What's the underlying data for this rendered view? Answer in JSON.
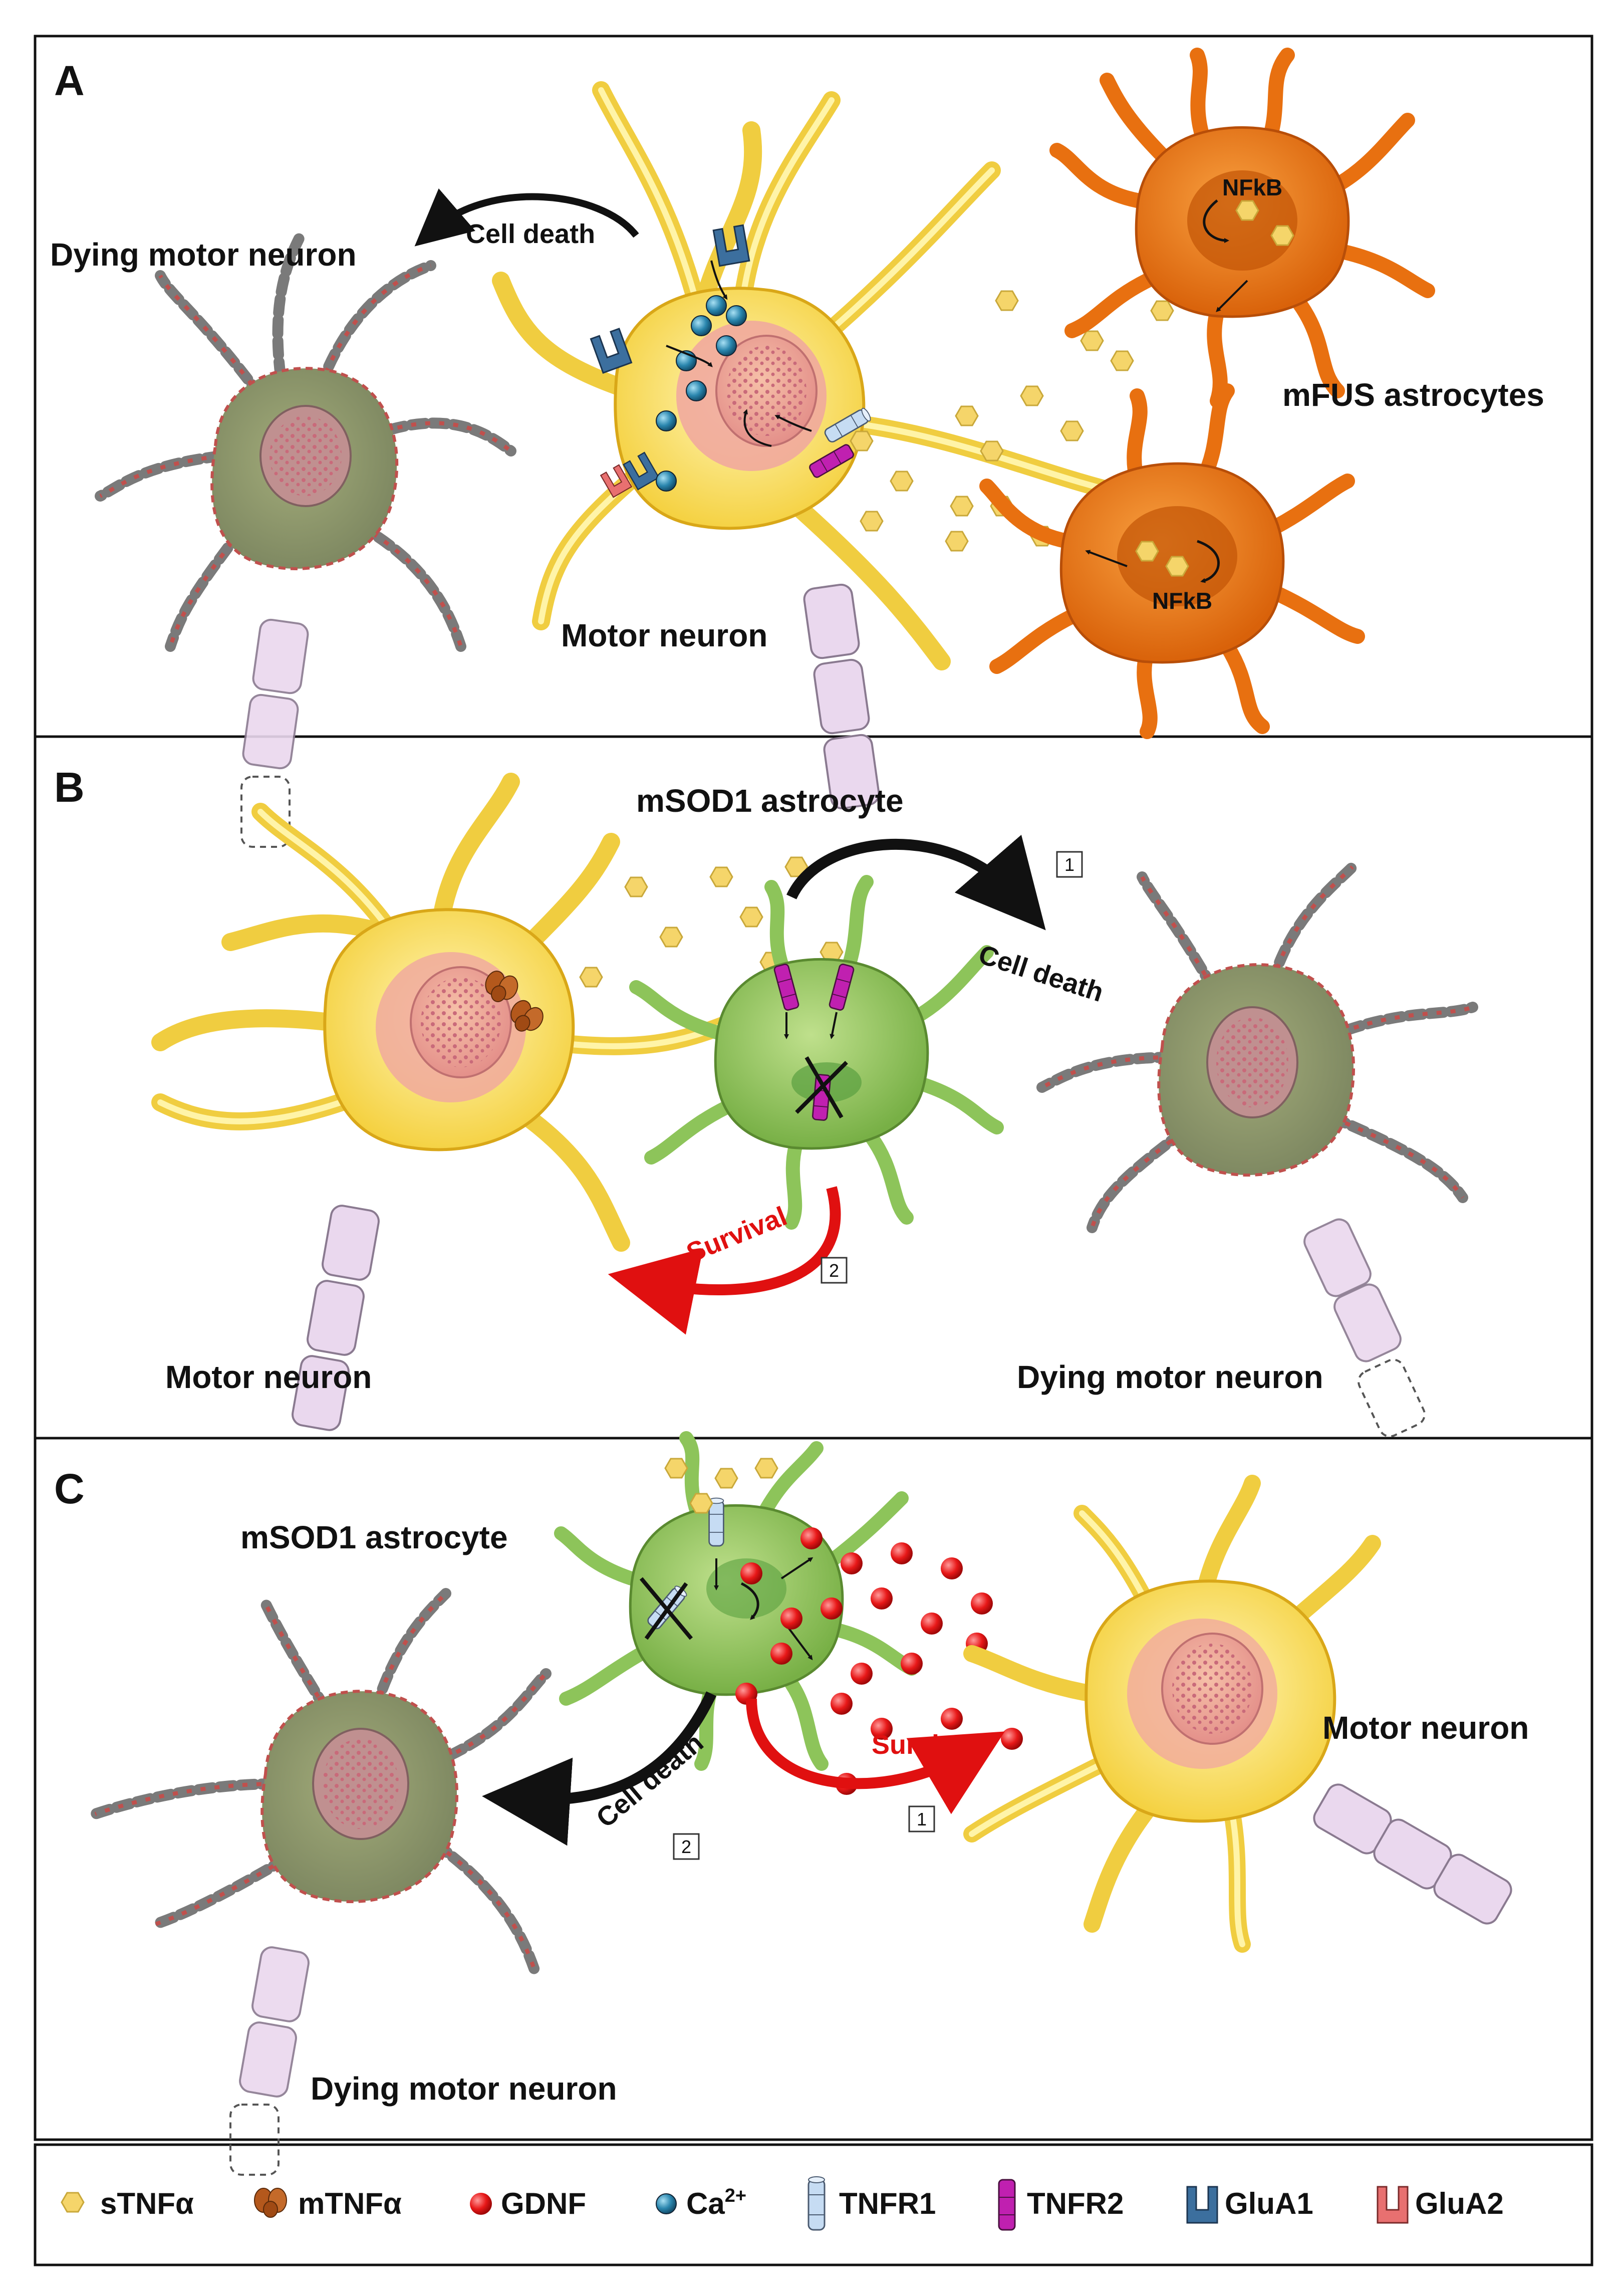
{
  "panels": {
    "a": {
      "letter": "A",
      "dying_label": "Dying motor neuron",
      "cell_death": "Cell death",
      "neuron_label": "Motor neuron",
      "astro_label": "mFUS astrocytes",
      "nfkb": "NFkB"
    },
    "b": {
      "letter": "B",
      "astro_label": "mSOD1 astrocyte",
      "cell_death": "Cell death",
      "survival": "Survival",
      "neuron_label": "Motor neuron",
      "dying_label": "Dying motor neuron",
      "step_1": "1",
      "step_2": "2"
    },
    "c": {
      "letter": "C",
      "astro_label": "mSOD1 astrocyte",
      "cell_death": "Cell death",
      "survival": "Survival",
      "neuron_label": "Motor neuron",
      "dying_label": "Dying motor neuron",
      "step_1": "1",
      "step_2": "2"
    }
  },
  "legend": [
    {
      "label": "sTNFα",
      "icon": "hexagon-icon"
    },
    {
      "label": "mTNFα",
      "icon": "mtnf-icon"
    },
    {
      "label": "GDNF",
      "icon": "red-sphere-icon"
    },
    {
      "label": "Ca",
      "sup": "2+",
      "icon": "blue-sphere-icon"
    },
    {
      "label": "TNFR1",
      "icon": "tnfr1-icon"
    },
    {
      "label": "TNFR2",
      "icon": "tnfr2-icon"
    },
    {
      "label": "GluA1",
      "icon": "glua1-icon"
    },
    {
      "label": "GluA2",
      "icon": "glua2-icon"
    }
  ],
  "colors": {
    "neuron": "#f7dc5a",
    "neuron_outline": "#e0b020",
    "nucleus": "#e9a5a0",
    "dying_body": "#8f9a72",
    "dying_outline": "#555555",
    "astro_orange": "#ec7a1c",
    "astro_green": "#8dc45a",
    "stnf": "#f5d56a",
    "gdnf": "#e82020",
    "ca": "#2a7fa8",
    "tnfr1": "#b9d3ef",
    "tnfr2": "#c020b0",
    "glua1": "#3c6f9e",
    "glua2": "#e87070",
    "survival": "#e01010",
    "mtnf": "#b4581c"
  }
}
